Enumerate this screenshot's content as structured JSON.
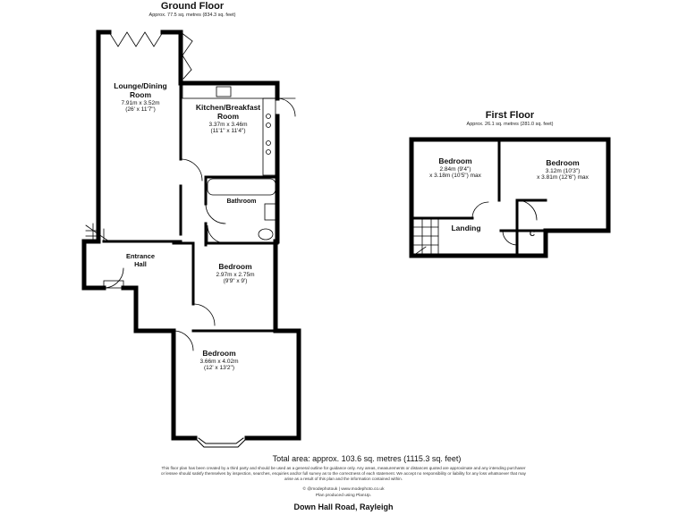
{
  "ground_floor": {
    "title": "Ground Floor",
    "area": "Approx. 77.5 sq. metres (834.3 sq. feet)",
    "rooms": {
      "lounge": {
        "name": "Lounge/Dining",
        "name2": "Room",
        "dim1": "7.91m x 3.52m",
        "dim2": "(26' x 11'7\")"
      },
      "kitchen": {
        "name": "Kitchen/Breakfast",
        "name2": "Room",
        "dim1": "3.37m x 3.46m",
        "dim2": "(11'1\" x 11'4\")"
      },
      "bathroom": {
        "name": "Bathroom"
      },
      "entrance": {
        "name": "Entrance",
        "name2": "Hall"
      },
      "bedroom_small": {
        "name": "Bedroom",
        "dim1": "2.97m x 2.75m",
        "dim2": "(9'9\" x 9')"
      },
      "bedroom_large": {
        "name": "Bedroom",
        "dim1": "3.66m x 4.02m",
        "dim2": "(12' x 13'2\")"
      }
    }
  },
  "first_floor": {
    "title": "First Floor",
    "area": "Approx. 26.1 sq. metres (281.0 sq. feet)",
    "rooms": {
      "bedroom_left": {
        "name": "Bedroom",
        "dim1": "2.84m (9'4\")",
        "dim2": "x 3.18m (10'5\") max"
      },
      "bedroom_right": {
        "name": "Bedroom",
        "dim1": "3.12m (10'3\")",
        "dim2": "x 3.81m (12'6\") max"
      },
      "landing": {
        "name": "Landing"
      },
      "cupboard": {
        "name": "C"
      }
    }
  },
  "footer": {
    "total": "Total area: approx. 103.6 sq. metres (1115.3 sq. feet)",
    "disclaimer_1": "This floor plan has been created by a third party and should be used as a general outline for guidance only. Any areas, measurements or distances quoted are approximate and any intending purchaser",
    "disclaimer_2": "or lessee should satisfy themselves by inspection, searches, enquiries and/or full survey as to the correctness of each statement. We accept no responsibility or liability for any loss whatsoever that may",
    "disclaimer_3": "arise as a result of this plan and the information contained within.",
    "credit_1": "© @modephotouk | www.modephoto.co.uk",
    "credit_2": "Plan produced using PlanUp.",
    "address": "Down Hall Road, Rayleigh"
  }
}
